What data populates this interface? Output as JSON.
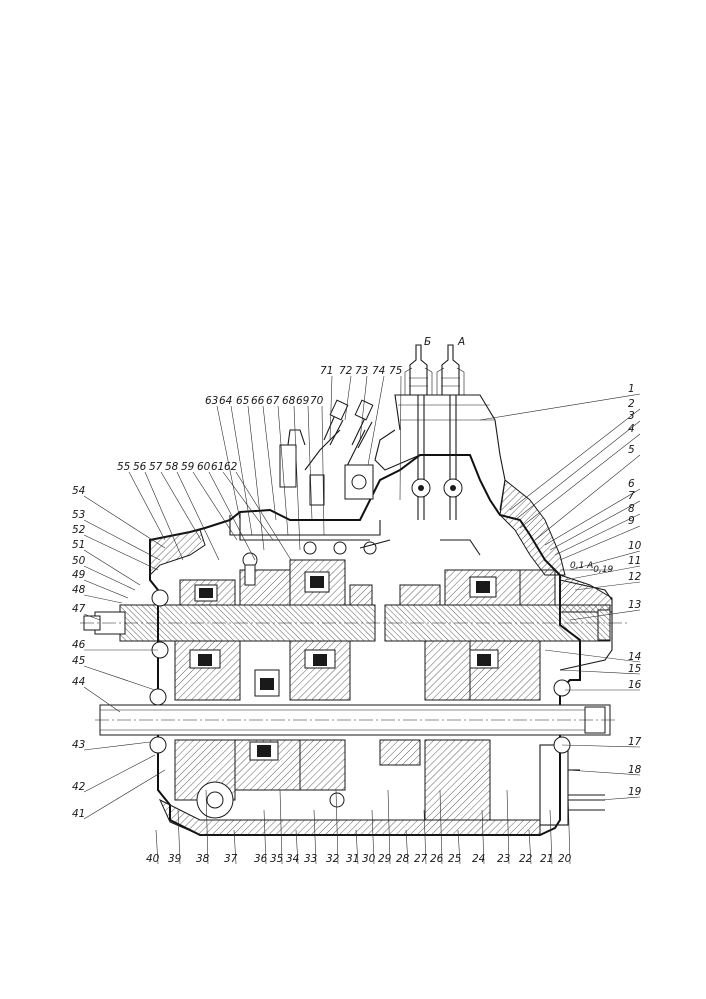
{
  "view_labels": {
    "b": "Б",
    "a": "А"
  },
  "tolerance_note": "0,1 A",
  "tolerance_sub": "-0,19",
  "labels_left": [
    "54",
    "53",
    "52",
    "51",
    "50",
    "49",
    "48",
    "47",
    "46",
    "45",
    "44",
    "43",
    "42",
    "41"
  ],
  "labels_bottom": [
    "40",
    "39",
    "38",
    "37",
    "36",
    "35",
    "34",
    "33",
    "32",
    "31",
    "30",
    "29",
    "28",
    "27",
    "26",
    "25",
    "24",
    "23",
    "22",
    "21",
    "20"
  ],
  "labels_right": [
    "1",
    "2",
    "3",
    "4",
    "5",
    "6",
    "7",
    "8",
    "9",
    "10",
    "11",
    "12",
    "13",
    "14",
    "15",
    "16",
    "17",
    "18",
    "19"
  ],
  "labels_top_left": [
    "55",
    "56",
    "57",
    "58",
    "59",
    "60",
    "61",
    "62"
  ],
  "labels_top_mid": [
    "63",
    "64",
    "65",
    "66",
    "67",
    "68",
    "69",
    "70"
  ],
  "labels_top": [
    "71",
    "72",
    "73",
    "74",
    "75"
  ]
}
